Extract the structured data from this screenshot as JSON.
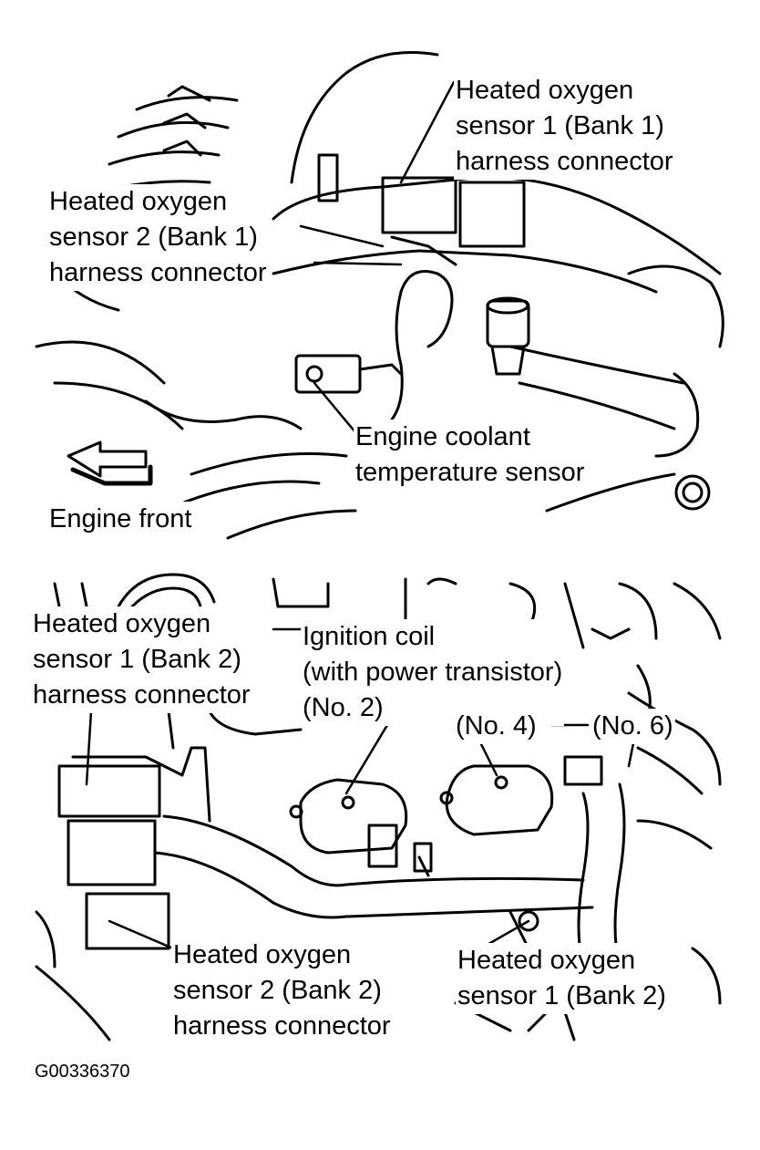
{
  "top_view": {
    "labels": {
      "ho2s1_bank1": [
        "Heated oxygen",
        "sensor 1 (Bank 1)",
        "harness connector"
      ],
      "ho2s2_bank1": [
        "Heated oxygen",
        "sensor 2 (Bank 1)",
        "harness connector"
      ],
      "ect_sensor": [
        "Engine coolant",
        "temperature sensor"
      ],
      "engine_front": "Engine front"
    }
  },
  "bottom_view": {
    "labels": {
      "ho2s1_bank2_harness": [
        "Heated oxygen",
        "sensor 1 (Bank 2)",
        "harness connector"
      ],
      "ignition_coil": [
        "Ignition coil",
        "(with power transistor)",
        "(No. 2)"
      ],
      "no4": "(No. 4)",
      "no6": "(No. 6)",
      "ho2s2_bank2_harness": [
        "Heated oxygen",
        "sensor 2 (Bank 2)",
        "harness connector"
      ],
      "ho2s1_bank2_sensor": [
        "Heated oxygen",
        "sensor 1 (Bank 2)"
      ]
    }
  },
  "figure_id": "G00336370"
}
